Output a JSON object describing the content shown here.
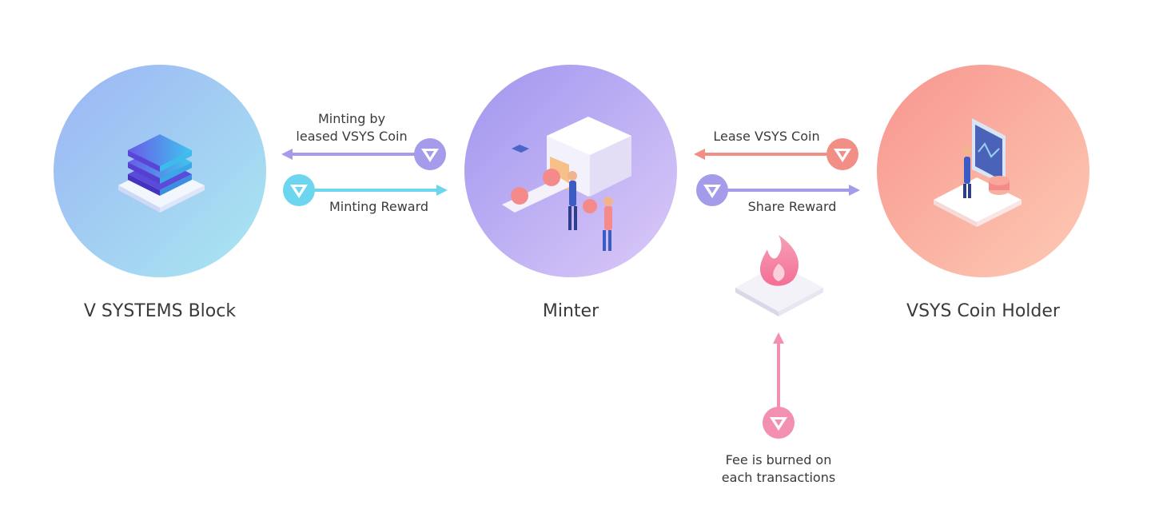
{
  "nodes": {
    "block": {
      "label": "V SYSTEMS Block"
    },
    "minter": {
      "label": "Minter"
    },
    "holder": {
      "label": "VSYS Coin Holder"
    }
  },
  "edges": {
    "minting_by_leased": {
      "line1": "Minting by",
      "line2": "leased VSYS Coin"
    },
    "minting_reward": {
      "label": "Minting Reward"
    },
    "lease_vsys": {
      "label": "Lease VSYS Coin"
    },
    "share_reward": {
      "label": "Share Reward"
    },
    "fee_burn": {
      "line1": "Fee is burned on",
      "line2": "each transactions"
    }
  },
  "icons": {
    "block": "layered-blocks-icon",
    "minter": "minting-machine-icon",
    "holder": "dashboard-person-icon",
    "burn": "flame-icon",
    "coin": "v-coin-icon"
  },
  "colors": {
    "block_circle_start": "#9db8f4",
    "block_circle_end": "#a6e4f1",
    "minter_circle_start": "#a79cf0",
    "minter_circle_end": "#d9c9f8",
    "holder_circle_start": "#f89d96",
    "holder_circle_end": "#fcc7b2",
    "arrow_purple": "#a49bea",
    "arrow_cyan": "#6cd6ee",
    "arrow_red": "#f18f86",
    "arrow_pink": "#f38fb0"
  }
}
